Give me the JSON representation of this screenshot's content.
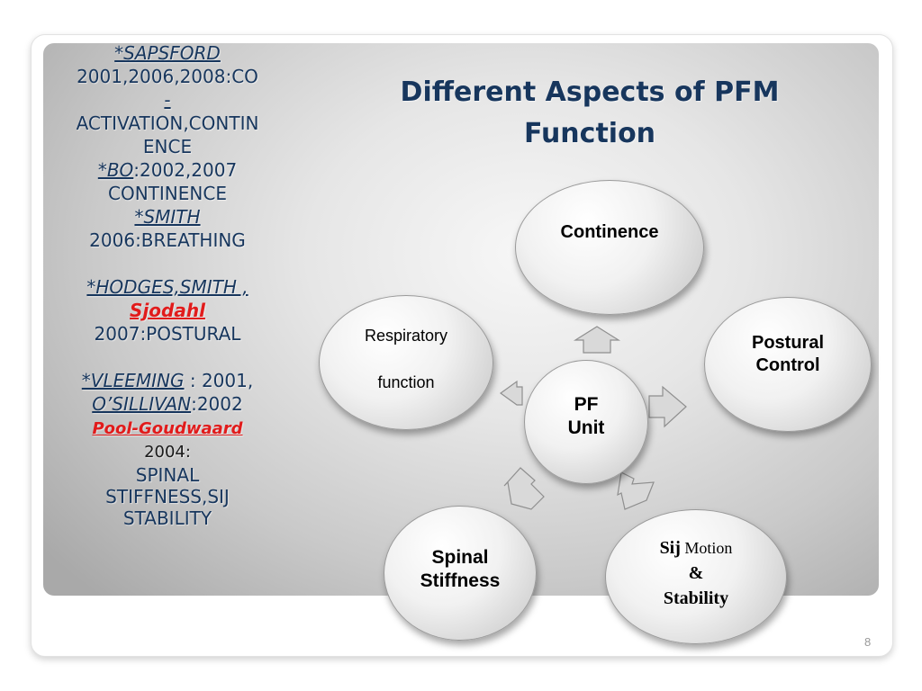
{
  "slide": {
    "title_line1": "Different Aspects of PFM",
    "title_line2": "Function",
    "page_number": "8"
  },
  "references": {
    "sapsford_name": "*SAPSFORD",
    "sapsford_years": "2001,2006,2008:CO",
    "sapsford_dash": "-",
    "sapsford_topic1": "ACTIVATION,CONTIN",
    "sapsford_topic2": "ENCE",
    "bo_name": "*BO",
    "bo_years": ":2002,2007",
    "bo_topic": "CONTINENCE",
    "smith_name": "*SMITH",
    "smith_line": "2006:BREATHING",
    "hodges_name": "*HODGES,SMITH ,",
    "sjodahl_name": "Sjodahl",
    "hodges_line": "2007:POSTURAL",
    "vleeming_name": "*VLEEMING",
    "vleeming_years": " : 2001,",
    "osullivan_name": "O’SILLIVAN",
    "osullivan_years": ":2002",
    "pool_name": "Pool-Goudwaard",
    "pool_year": "2004:",
    "pool_topic1": "SPINAL",
    "pool_topic2": "STIFFNESS,SIJ",
    "pool_topic3": "STABILITY"
  },
  "diagram": {
    "center": {
      "line1": "PF",
      "line2": "Unit"
    },
    "continence": {
      "line1": "Continence"
    },
    "postural": {
      "line1": "Postural",
      "line2": "Control"
    },
    "respiratory": {
      "line1": "Respiratory",
      "line2": "function"
    },
    "spinal": {
      "line1": "Spinal",
      "line2": "Stiffness"
    },
    "sij": {
      "line1_a": "Sij",
      "line1_b": " Motion",
      "line2": "&",
      "line3": "Stability"
    }
  }
}
